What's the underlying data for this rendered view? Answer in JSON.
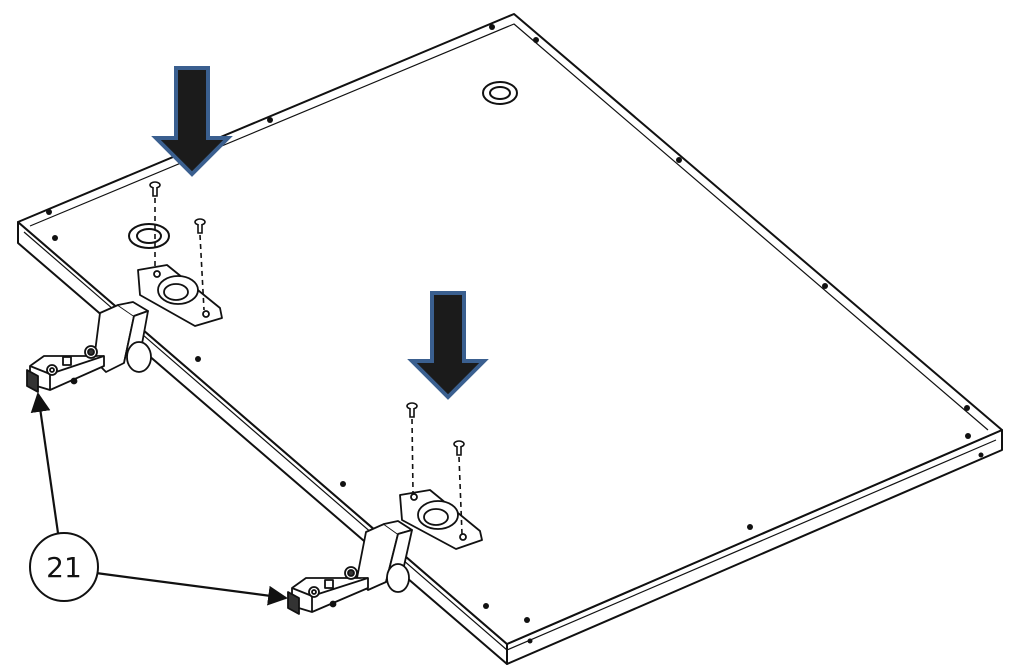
{
  "diagram": {
    "callout": {
      "label": "21",
      "target_count": 2
    },
    "press_arrow_count": 2,
    "colors": {
      "line": "#111111",
      "panel": "#ffffff",
      "arrow_fill": "#1b1b1b",
      "arrow_outline": "#3a5f8f"
    },
    "parts": [
      "panel",
      "hinge",
      "screw",
      "hinge-cup",
      "press-arrow"
    ]
  }
}
